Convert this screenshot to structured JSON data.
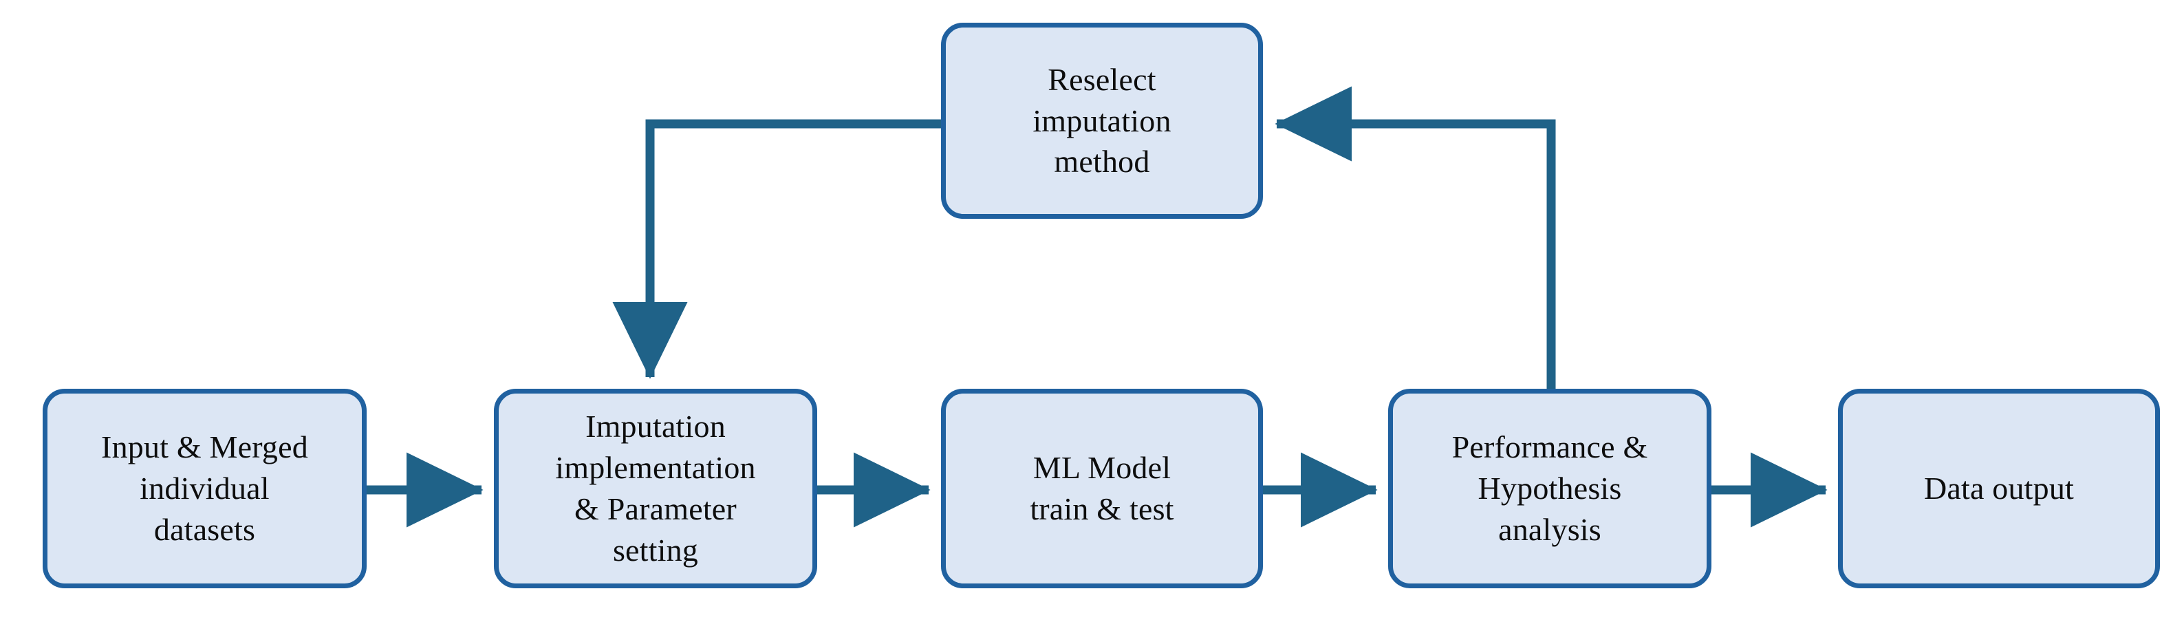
{
  "diagram": {
    "type": "flowchart",
    "orientation": "left-to-right with feedback loop",
    "colors": {
      "node_fill": "#DCE6F4",
      "node_border": "#2061A0",
      "connector": "#1F6288",
      "text": "#0D0D0D",
      "background": "#FFFFFF"
    },
    "nodes": [
      {
        "id": "input",
        "label": "Input & Merged\nindividual\ndatasets"
      },
      {
        "id": "imputation",
        "label": "Imputation\nimplementation\n& Parameter\nsetting"
      },
      {
        "id": "mlmodel",
        "label": "ML Model\ntrain & test"
      },
      {
        "id": "performance",
        "label": "Performance &\nHypothesis\nanalysis"
      },
      {
        "id": "output",
        "label": "Data output"
      },
      {
        "id": "reselect",
        "label": "Reselect\nimputation\nmethod"
      }
    ],
    "edges": [
      {
        "from": "input",
        "to": "imputation",
        "style": "straight-arrow",
        "direction": "right"
      },
      {
        "from": "imputation",
        "to": "mlmodel",
        "style": "straight-arrow",
        "direction": "right"
      },
      {
        "from": "mlmodel",
        "to": "performance",
        "style": "straight-arrow",
        "direction": "right"
      },
      {
        "from": "performance",
        "to": "output",
        "style": "straight-arrow",
        "direction": "right"
      },
      {
        "from": "performance",
        "to": "reselect",
        "style": "elbow-arrow",
        "direction": "up-then-left"
      },
      {
        "from": "reselect",
        "to": "imputation",
        "style": "elbow-arrow",
        "direction": "left-then-down"
      }
    ]
  }
}
